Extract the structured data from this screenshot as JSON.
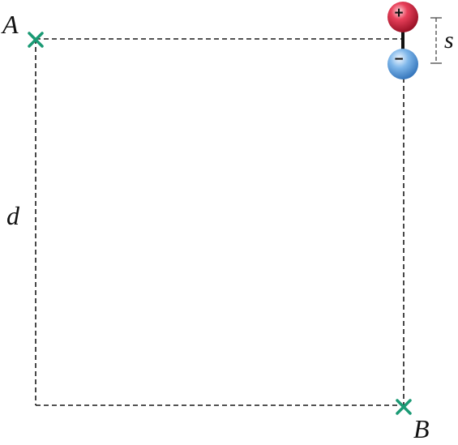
{
  "labels": {
    "point_a": "A",
    "point_b": "B",
    "distance": "d",
    "separation": "s"
  },
  "charges": {
    "positive_sign": "+",
    "negative_sign": "−"
  },
  "colors": {
    "marker": "#1a9a74",
    "positive_charge": "#c8102e",
    "negative_charge": "#3a8fd6",
    "dashed_line": "#1a1a1a",
    "bracket": "#555555"
  }
}
